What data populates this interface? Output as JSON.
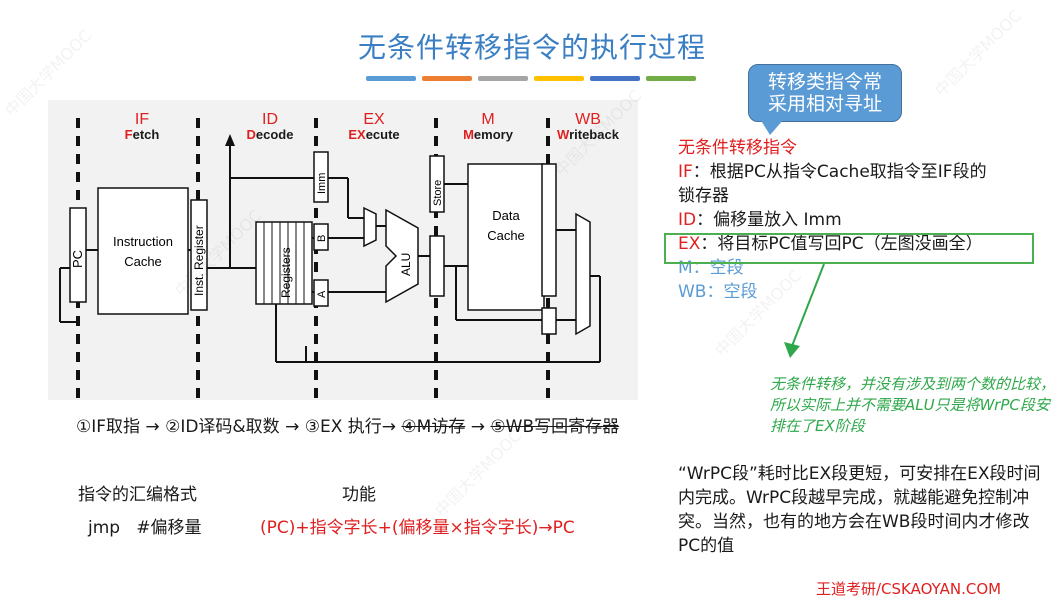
{
  "title": "无条件转移指令的执行过程",
  "title_bar_colors": [
    "#5b9bd5",
    "#ed7d31",
    "#a5a5a5",
    "#ffc000",
    "#4472c4",
    "#70ad47"
  ],
  "callout": "转移类指令常\n采用相对寻址",
  "diagram": {
    "stages": [
      {
        "code": "IF",
        "label_hl": "F",
        "label_rest": "etch"
      },
      {
        "code": "ID",
        "label_hl": "D",
        "label_rest": "ecode"
      },
      {
        "code": "EX",
        "label_hl": "E",
        "label_mid": "X",
        "label_rest": "ecute"
      },
      {
        "code": "M",
        "label_hl": "M",
        "label_rest": "emory"
      },
      {
        "code": "WB",
        "label_hl": "W",
        "label_rest": "riteback"
      }
    ],
    "pc": "PC",
    "icache_1": "Instruction",
    "icache_2": "Cache",
    "ireg": "Inst. Register",
    "imm": "Imm",
    "regs": "Registers",
    "a": "A",
    "b": "B",
    "alu": "ALU",
    "store": "Store",
    "dcache_1": "Data",
    "dcache_2": "Cache"
  },
  "side": {
    "heading": "无条件转移指令",
    "if_label": "IF",
    "if_text": "：根据PC从指令Cache取指令至IF段的",
    "if_text2": "锁存器",
    "id_label": "ID",
    "id_text": "：偏移量放入 Imm",
    "ex_label": "EX",
    "ex_text": "：将目标PC值写回PC（左图没画全）",
    "m_text": "M：空段",
    "wb_text": "WB：空段"
  },
  "note": "无条件转移，并没有涉及到两个数的比较，所以实际上并不需要ALU只是将WrPC段安排在了EX阶段",
  "steps": {
    "s1": "①IF取指 → ②ID译码&取数 → ③EX 执行→ ",
    "s2": "④M访存",
    "s3": " → ",
    "s4": "⑤WB写回寄存器"
  },
  "table": {
    "h1": "指令的汇编格式",
    "h2": "功能",
    "v1": "jmp   #偏移量",
    "v2": "(PC)+指令字长+(偏移量×指令字长)→PC"
  },
  "para": "“WrPC段”耗时比EX段更短，可安排在EX段时间内完成。WrPC段越早完成，就越能避免控制冲突。当然，也有的地方会在WB段时间内才修改PC的值",
  "footer": "王道考研/CSKAOYAN.COM",
  "watermark": "中国大学MOOC"
}
